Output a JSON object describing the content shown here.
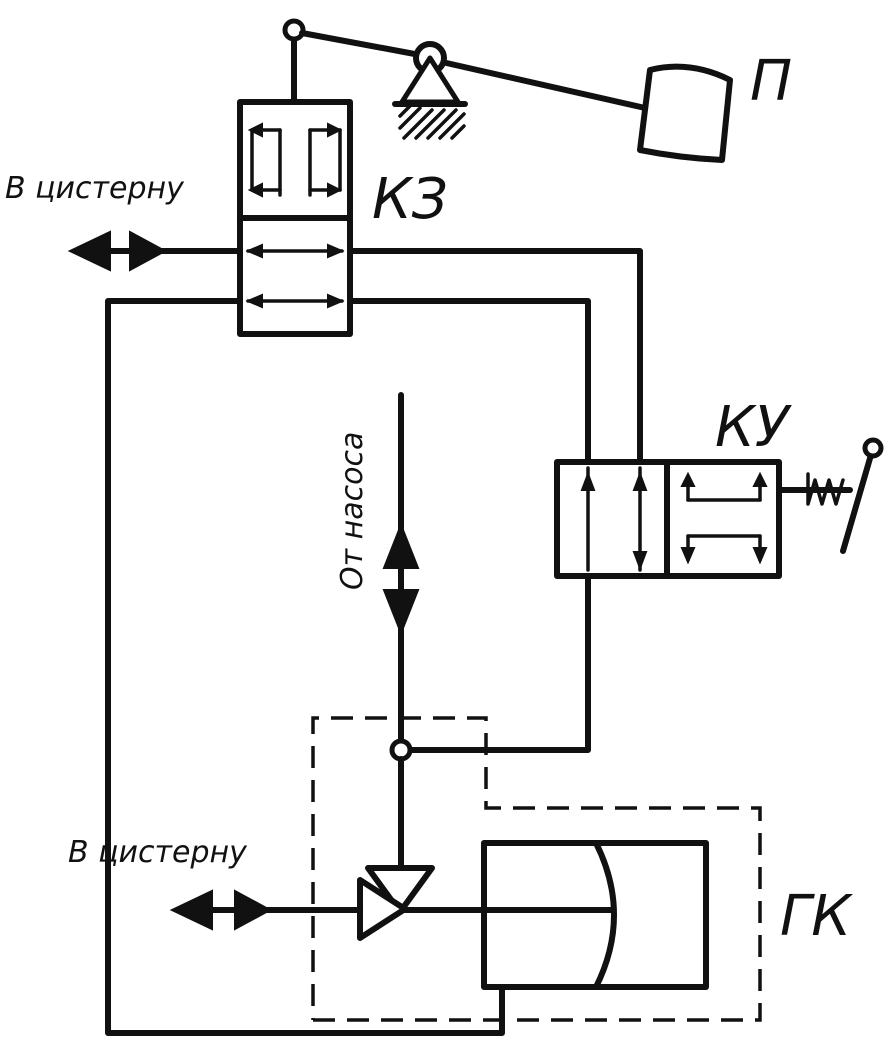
{
  "labels": {
    "pedal": "П",
    "kz": "КЗ",
    "ku": "КУ",
    "gk": "ГК",
    "to_tank_top": "В цистерну",
    "to_tank_bottom": "В цистерну",
    "from_pump": "От насоса"
  }
}
